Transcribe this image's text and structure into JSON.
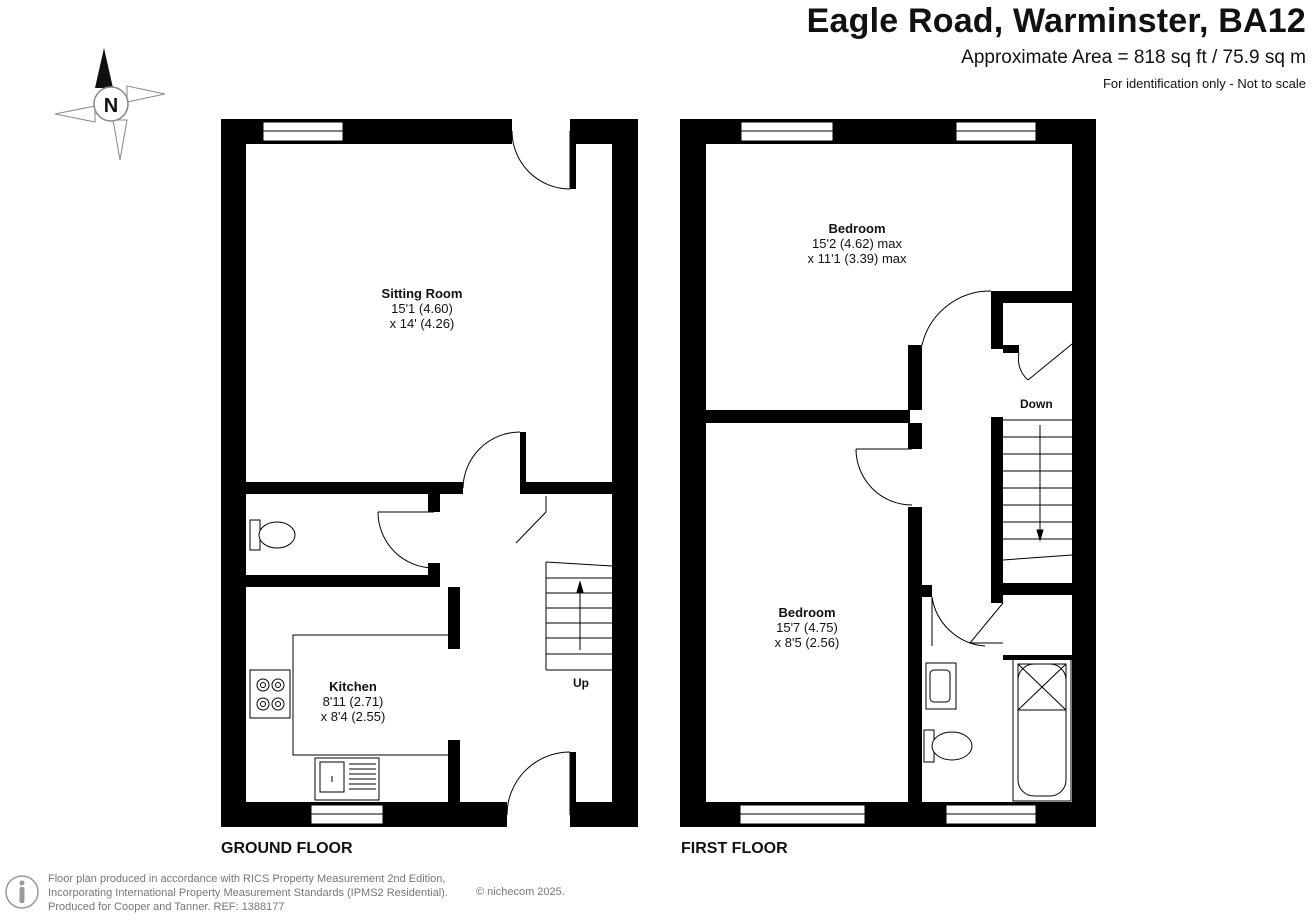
{
  "header": {
    "title": "Eagle Road, Warminster, BA12",
    "area": "Approximate Area = 818 sq ft / 75.9 sq m",
    "scale_note": "For identification only - Not to scale"
  },
  "compass": {
    "letter": "N",
    "icon": "compass-rose-icon"
  },
  "ground_floor": {
    "label": "GROUND FLOOR",
    "sitting_room": {
      "name": "Sitting Room",
      "dim1": "15'1 (4.60)",
      "dim2": "x 14' (4.26)"
    },
    "kitchen": {
      "name": "Kitchen",
      "dim1": "8'11 (2.71)",
      "dim2": "x 8'4 (2.55)"
    },
    "stairs_label": "Up"
  },
  "first_floor": {
    "label": "FIRST FLOOR",
    "bedroom_1": {
      "name": "Bedroom",
      "dim1": "15'2 (4.62) max",
      "dim2": "x 11'1 (3.39) max"
    },
    "bedroom_2": {
      "name": "Bedroom",
      "dim1": "15'7 (4.75)",
      "dim2": "x 8'5 (2.56)"
    },
    "stairs_label": "Down"
  },
  "footer": {
    "line1": "Floor plan produced in accordance with RICS Property Measurement 2nd Edition,",
    "line2": "Incorporating International Property Measurement Standards (IPMS2 Residential).",
    "line3": "Produced for Cooper and Tanner.   REF:  1388177",
    "copyright": "© nichecom 2025.",
    "icon": "person-info-icon"
  },
  "colors": {
    "wall": "#000000",
    "fixture": "#555555",
    "text": "#111111",
    "footer_text": "#777777"
  }
}
